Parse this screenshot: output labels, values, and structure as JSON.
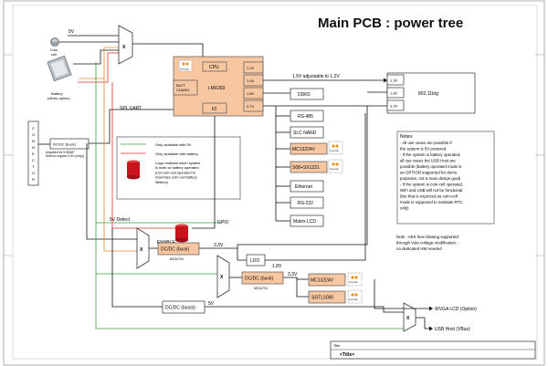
{
  "title": "Main PCB : power tree",
  "colors": {
    "block_fill": "#f7c7a1",
    "wire_black": "#111111",
    "wire_green": "#3aa03a",
    "wire_red": "#d9342b",
    "wire_orange": "#e08a2c",
    "battery_red": "#c8141e"
  },
  "inputs": {
    "v5": "5V",
    "coin_cell": "Coin\ncell",
    "battery": "Battery\n(demo option)"
  },
  "mux_label": "X",
  "connector_label": "CONNECTOR",
  "dcdc_buck_ext": {
    "label": "DC/DC (buck)",
    "note": "(required for 5.5MAP\nneed to support 2.5V (only))"
  },
  "spi_uart": "SPI, UART",
  "imx": {
    "name": "i.MX203",
    "cpu": "CPU",
    "batt_charg": "BATT\nCHARG",
    "io": "IO",
    "rails": [
      "1.2V",
      "1.5V",
      "1.8V",
      "3.7V"
    ],
    "brand": "freescale"
  },
  "ddr_rail_label": "1.5V adjustable to 1.2V",
  "peripherals": [
    "DDR2",
    "RS-485",
    "SLC NAND",
    "MC13224V",
    "S08+SX1231",
    "Ethernet",
    "RS-232",
    "Matrix LCD"
  ],
  "sensor": {
    "name": "802.11b/g",
    "rails": [
      "1.3V",
      "1.8V",
      "3.3V"
    ]
  },
  "legend": {
    "green": "Only available with 5V",
    "red": "Only available with battery",
    "logic": "Logic enabled when system\nis main or battery operated\n(not coin-cell operated to\nmaximize coin cell battery\nlifetime)"
  },
  "notes": {
    "title": "Notes:",
    "body": "- All use cases are possible if\n  the system is 5V powered\n- If the system is battery operated,\n  all use cases but USB Host are\n  possible (battery operated mode is\n  an OPTION supported for demo\n  purposes, not a main design goal)\n- If the system is coin-cell operated,\n  WiFi and USB will not be functional\n  (but that is expected as coin-cell\n  mode is supposed to maintain RTC\n  only)"
  },
  "note2": "Note : AES fuse blowing supported\nthrough Vdie voltage modification :\nno dedicated HW needed",
  "lower": {
    "v5_detect": "5V Detect",
    "enable": "ENABLE",
    "gpio": "GPIO",
    "dcdc1": {
      "label": "DC/DC (buck)",
      "part": "MC34704",
      "out": "3.3V"
    },
    "ldo": {
      "label": "LDO",
      "out": "1.8V"
    },
    "dcdc2": {
      "label": "DC/DC (buck)",
      "part": "MC34704",
      "out": "3.3V"
    },
    "mc13224v": "MC13224V",
    "sgtl5000": "SGTL5000",
    "boost": {
      "label": "DC/DC (boost)",
      "out": "5V"
    },
    "wvga": "WVGA LCD (Option)",
    "usb": "USB Host (VBus)"
  },
  "title_block": {
    "label": "Title",
    "value": "<Title>"
  }
}
